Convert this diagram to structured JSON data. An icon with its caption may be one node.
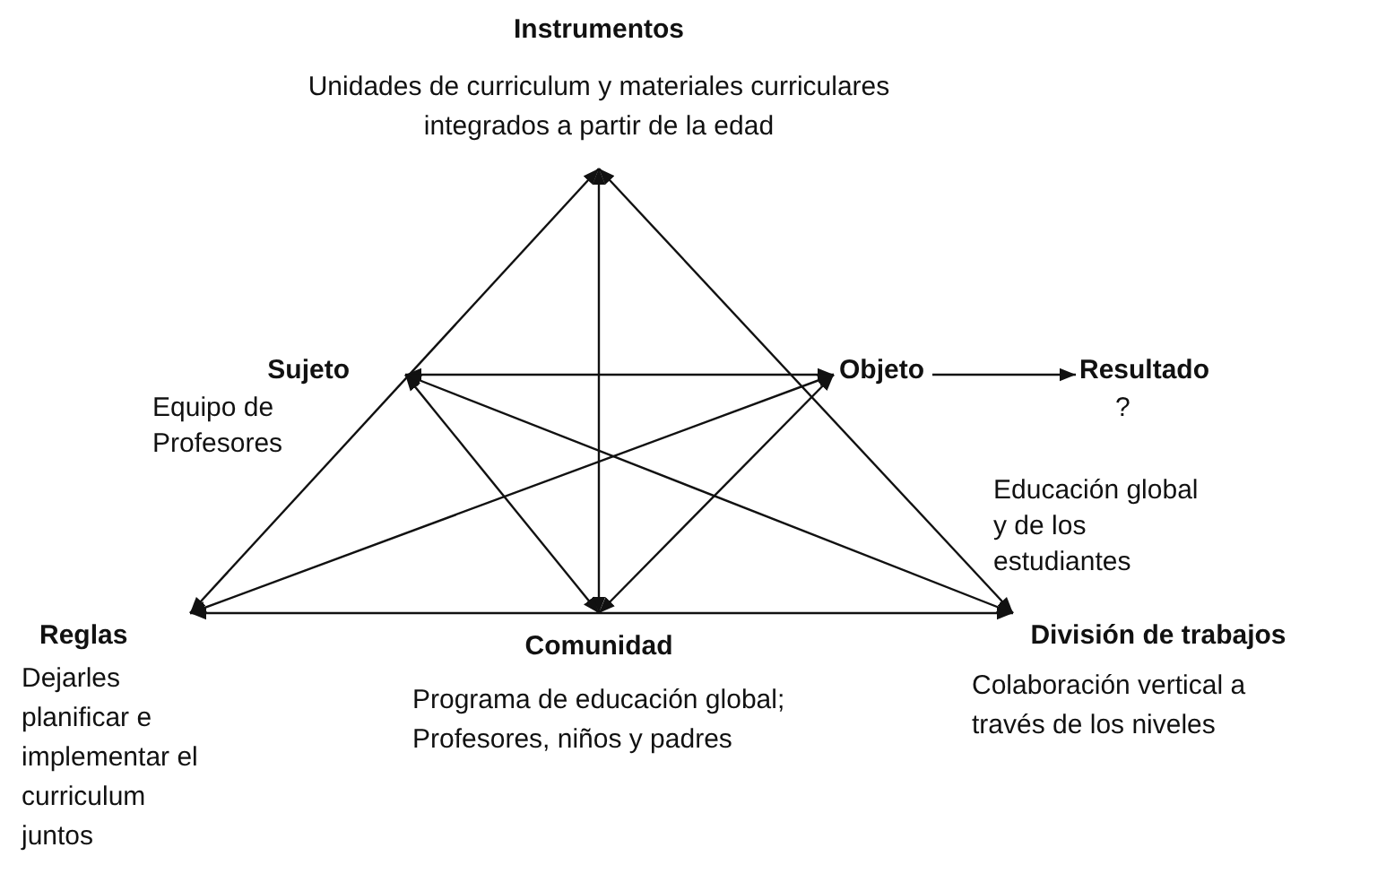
{
  "diagram": {
    "nodes": [
      {
        "text": [
          "Instrumentos",
          "Unidades de curriculum y materiales curriculares integrados a partir de la edad"
        ]
      },
      {
        "text": [
          "Sujeto",
          "Equipo de Profesores"
        ]
      },
      {
        "text": [
          "Objeto",
          "Educación global y de los estudiantes"
        ]
      },
      {
        "text": [
          "Resultado",
          "?"
        ]
      },
      {
        "text": [
          "Reglas",
          "Dejarles planificar e implementar el curriculum juntos"
        ]
      },
      {
        "text": [
          "Comunidad",
          "Programa de educación global; Profesores, niños y padres"
        ]
      },
      {
        "text": [
          "División de trabajos",
          "Colaboración vertical a través de los niveles"
        ]
      }
    ],
    "edges": [
      {
        "from": 0,
        "to": 4,
        "arrow": "both"
      },
      {
        "from": 0,
        "to": 6,
        "arrow": "both"
      },
      {
        "from": 0,
        "to": 5,
        "arrow": "both"
      },
      {
        "from": 1,
        "to": 2,
        "arrow": "both"
      },
      {
        "from": 1,
        "to": 6,
        "arrow": "both"
      },
      {
        "from": 2,
        "to": 4,
        "arrow": "both"
      },
      {
        "from": 1,
        "to": 5,
        "arrow": "both"
      },
      {
        "from": 2,
        "to": 5,
        "arrow": "both"
      },
      {
        "from": 4,
        "to": 6,
        "arrow": "both"
      },
      {
        "from": 2,
        "to": 3,
        "arrow": "to"
      }
    ]
  }
}
